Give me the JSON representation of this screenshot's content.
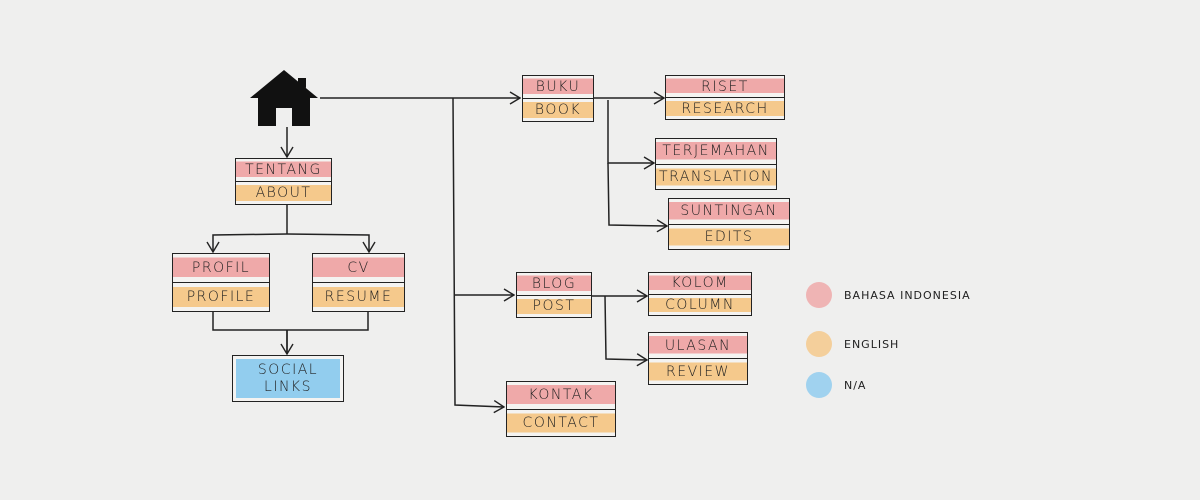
{
  "colors": {
    "indonesian": "#efa9a9",
    "english": "#f5c98c",
    "na": "#92cdee"
  },
  "home": {
    "icon": "home-icon"
  },
  "nodes": {
    "about": {
      "id": "Tentang",
      "en": "About"
    },
    "profile": {
      "id": "Profil",
      "en": "Profile"
    },
    "cv": {
      "id": "CV",
      "en": "Resume"
    },
    "social": {
      "line1": "Social",
      "line2": "Links"
    },
    "book": {
      "id": "Buku",
      "en": "Book"
    },
    "research": {
      "id": "Riset",
      "en": "Research"
    },
    "translation": {
      "id": "Terjemahan",
      "en": "Translation"
    },
    "edits": {
      "id": "Suntingan",
      "en": "Edits"
    },
    "blog": {
      "id": "Blog",
      "en": "Post"
    },
    "column": {
      "id": "Kolom",
      "en": "Column"
    },
    "review": {
      "id": "Ulasan",
      "en": "Review"
    },
    "contact": {
      "id": "Kontak",
      "en": "Contact"
    }
  },
  "legend": [
    {
      "label": "Bahasa Indonesia",
      "color": "#efa9a9"
    },
    {
      "label": "English",
      "color": "#f5c98c"
    },
    {
      "label": "N/A",
      "color": "#92cdee"
    }
  ]
}
